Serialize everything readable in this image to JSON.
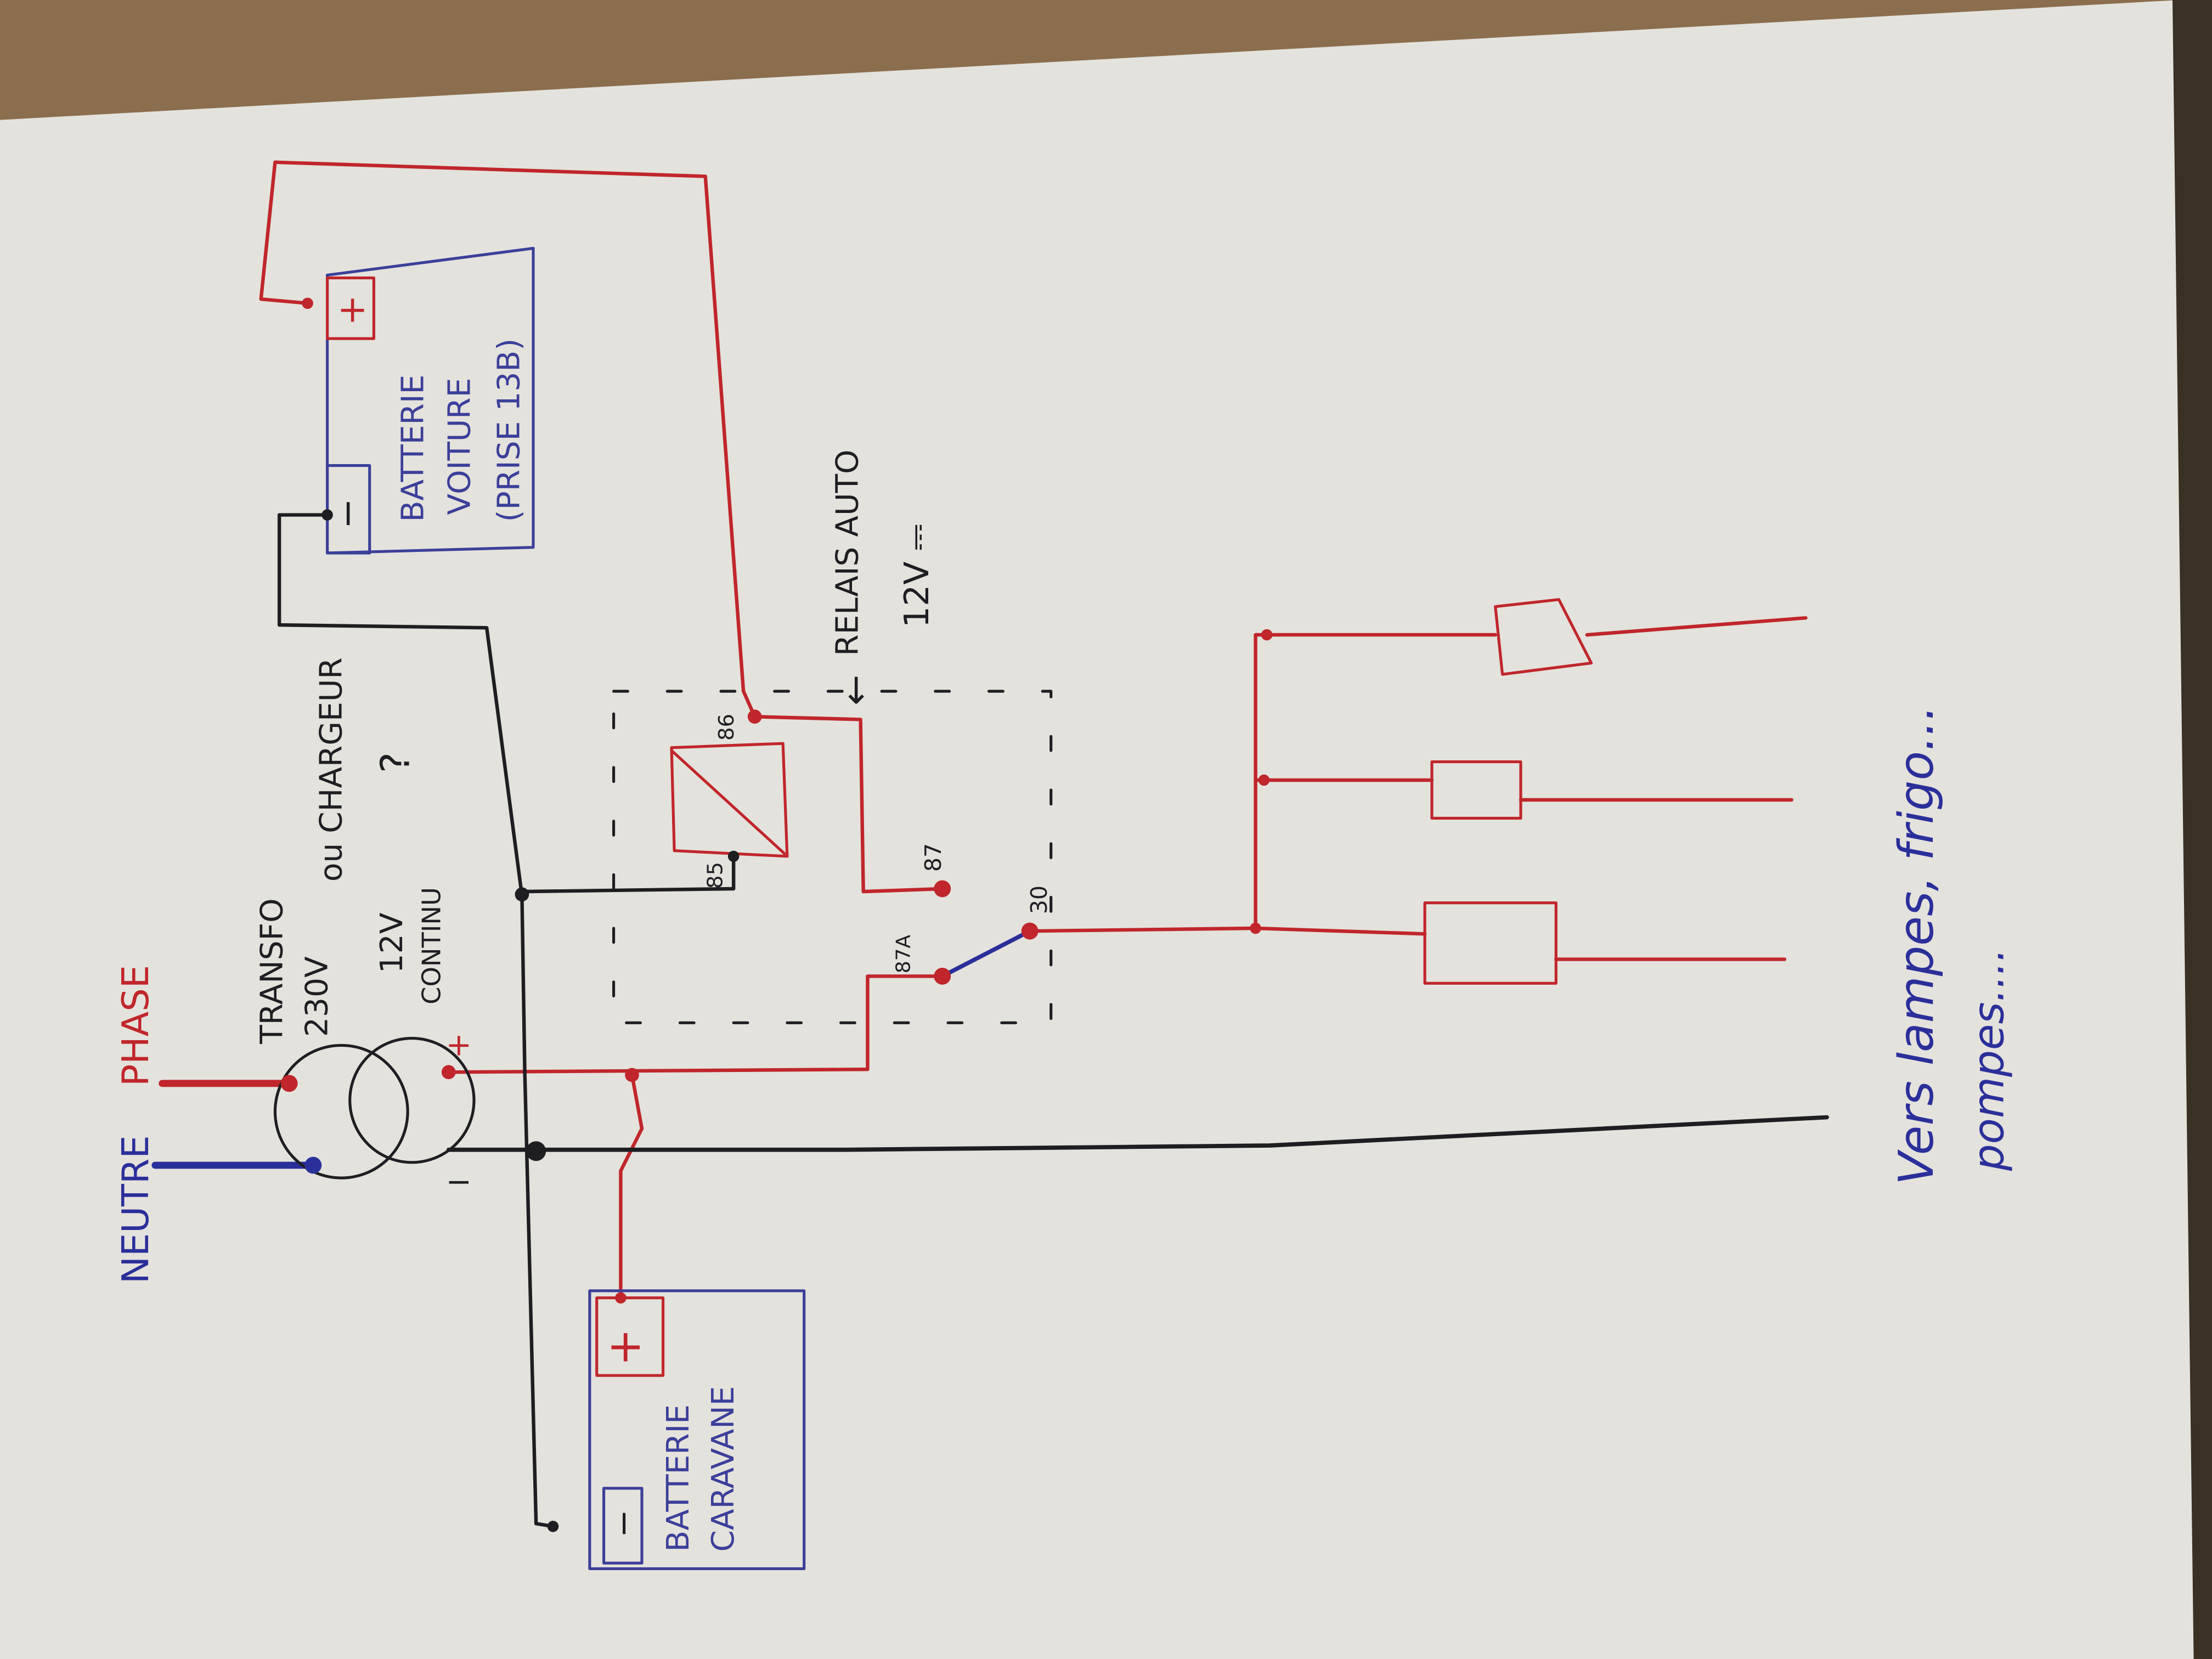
{
  "colors": {
    "red": "#c0262c",
    "blue": "#2a2f9a",
    "black": "#1e1e22",
    "paper": "#e4e2dc",
    "wood": "#8a6e4e"
  },
  "labels": {
    "neutre": "NEUTRE",
    "phase": "PHASE",
    "transfo": "TRANSFO",
    "v230": "230V",
    "ou_chargeur": "ou CHARGEUR",
    "v12": "12V",
    "dc_symbol": "⎓",
    "continu": "CONTINU",
    "question": "?",
    "plus": "+",
    "minus": "−",
    "car_battery_1": "BATTERIE",
    "car_battery_2": "VOITURE",
    "car_battery_3": "(PRISE 13B)",
    "relay_arrow": "←",
    "relay_1": "RELAIS AUTO",
    "relay_2": "12V ⎓",
    "pin_86": "86",
    "pin_85": "85",
    "pin_87": "87",
    "pin_87a": "87A",
    "pin_30": "30",
    "caravan_battery_1": "BATTERIE",
    "caravan_battery_2": "CARAVANE",
    "loads_1": "Vers lampes, frigo...",
    "loads_2": "pompes...."
  }
}
